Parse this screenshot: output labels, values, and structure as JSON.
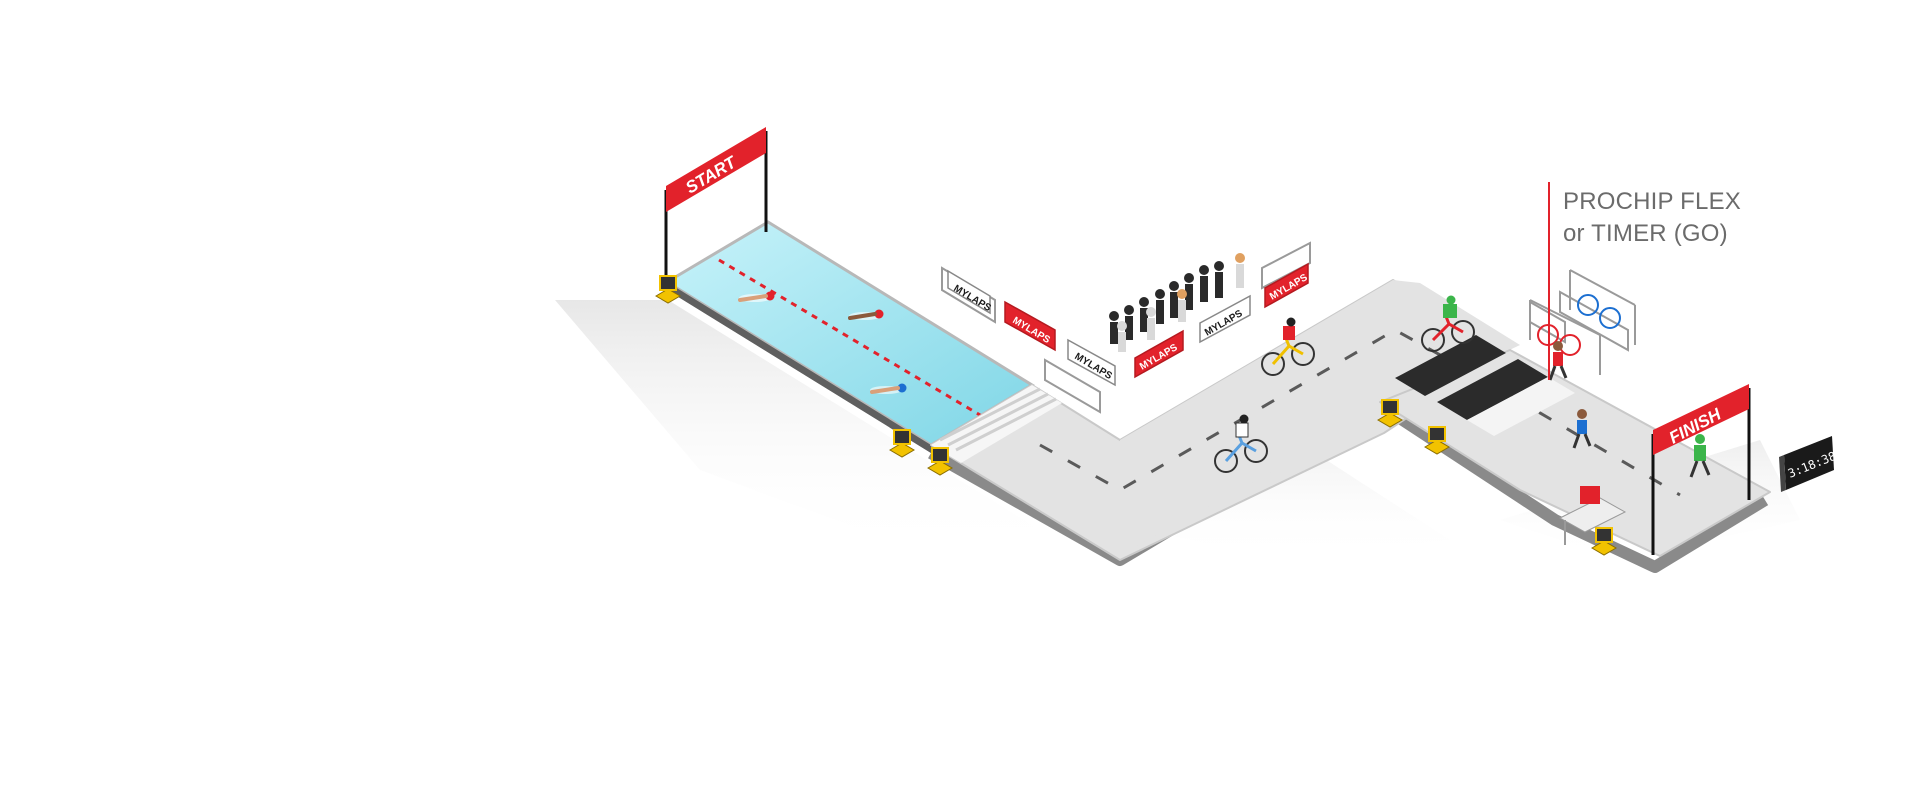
{
  "gates": {
    "start": "START",
    "finish": "FINISH"
  },
  "sponsor": {
    "brand": "MYLAPS"
  },
  "timing_point_label": {
    "line1": "PROCHIP FLEX",
    "line2": "or TIMER (GO)"
  },
  "scoreboard": {
    "time": "3:18:38"
  },
  "colors": {
    "brand_red": "#e2222b",
    "water": "#9fe3ef",
    "road": "#e3e3e3",
    "mat": "#2b2b2b",
    "decoder_yellow": "#f2c200"
  },
  "icons": [
    "start-gate-icon",
    "finish-gate-icon",
    "swimmer-icon",
    "cyclist-icon",
    "runner-icon",
    "spectator-icon",
    "decoder-box-icon",
    "bike-rack-icon",
    "timing-clock-icon",
    "laptop-icon"
  ]
}
